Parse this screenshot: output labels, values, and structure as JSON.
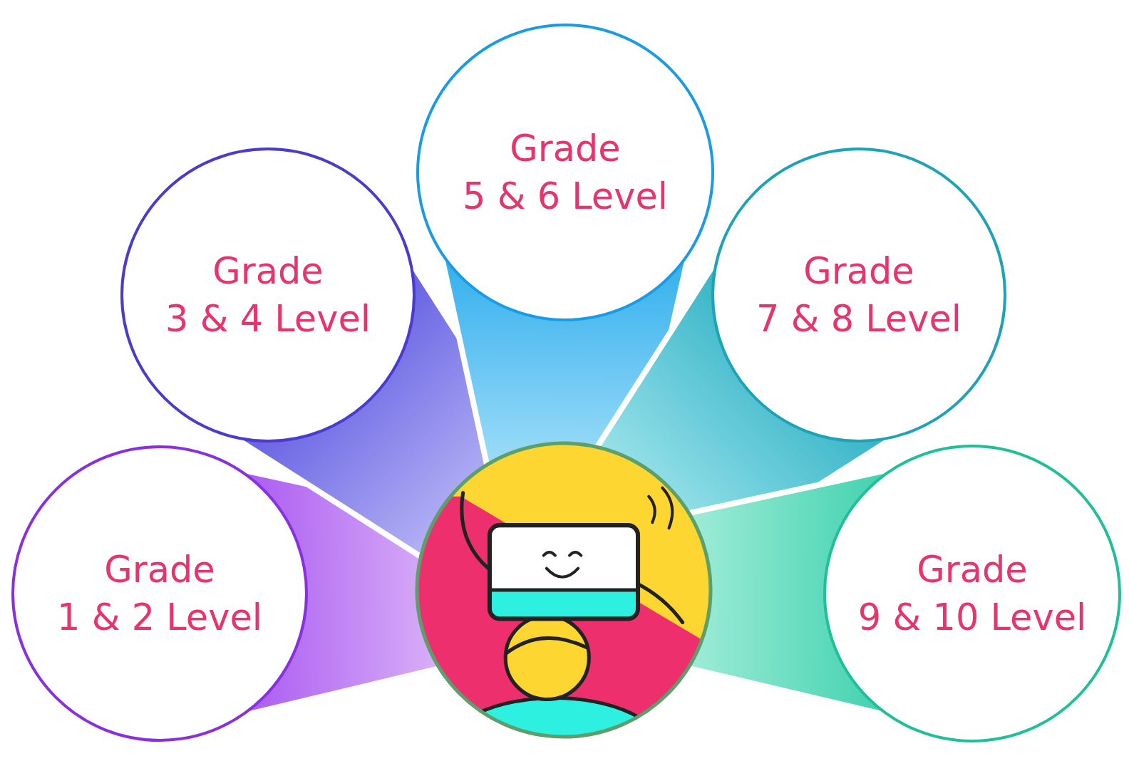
{
  "diagram": {
    "nodes": [
      {
        "text": [
          "Grade",
          "1 & 2 Level"
        ]
      },
      {
        "text": [
          "Grade",
          "3 & 4 Level"
        ]
      },
      {
        "text": [
          "Grade",
          "5 & 6 Level"
        ]
      },
      {
        "text": [
          "Grade",
          "7 & 8 Level"
        ]
      },
      {
        "text": [
          "Grade",
          "9 & 10 Level"
        ]
      }
    ]
  }
}
